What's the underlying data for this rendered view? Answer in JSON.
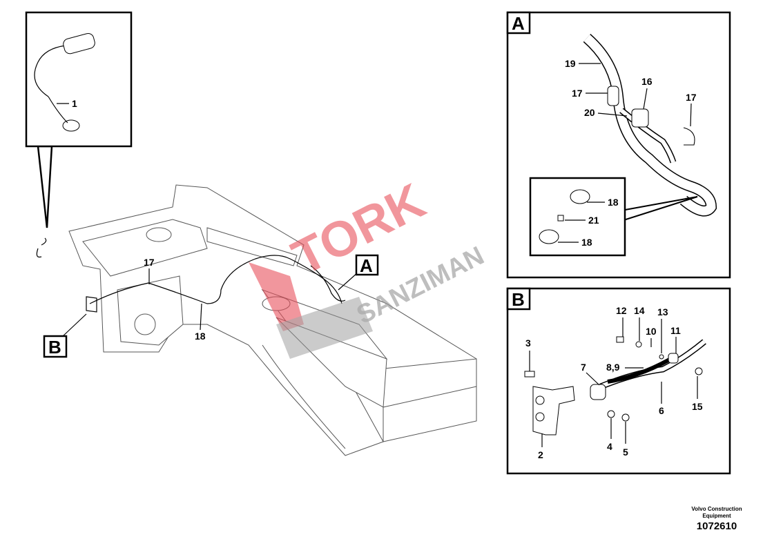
{
  "diagram": {
    "view_labels": {
      "a": "A",
      "b": "B"
    },
    "main_callouts": {
      "c17": "17",
      "c18": "18"
    },
    "detail_callout": {
      "c1": "1"
    },
    "view_a_callouts": {
      "c19": "19",
      "c17a": "17",
      "c16": "16",
      "c17b": "17",
      "c20": "20",
      "c18a": "18",
      "c21": "21",
      "c18b": "18"
    },
    "view_b_callouts": {
      "c12": "12",
      "c14": "14",
      "c13": "13",
      "c10": "10",
      "c11": "11",
      "c3": "3",
      "c7": "7",
      "c89": "8,9",
      "c15": "15",
      "c6": "6",
      "c2": "2",
      "c4": "4",
      "c5": "5"
    },
    "watermark": {
      "line1": "TORK",
      "line2": "SANZIMAN"
    }
  },
  "footer": {
    "company": "Volvo Construction Equipment",
    "drawing_number": "1072610"
  },
  "colors": {
    "watermark_red": "#e8505b",
    "watermark_grey": "#9a9a9a"
  }
}
